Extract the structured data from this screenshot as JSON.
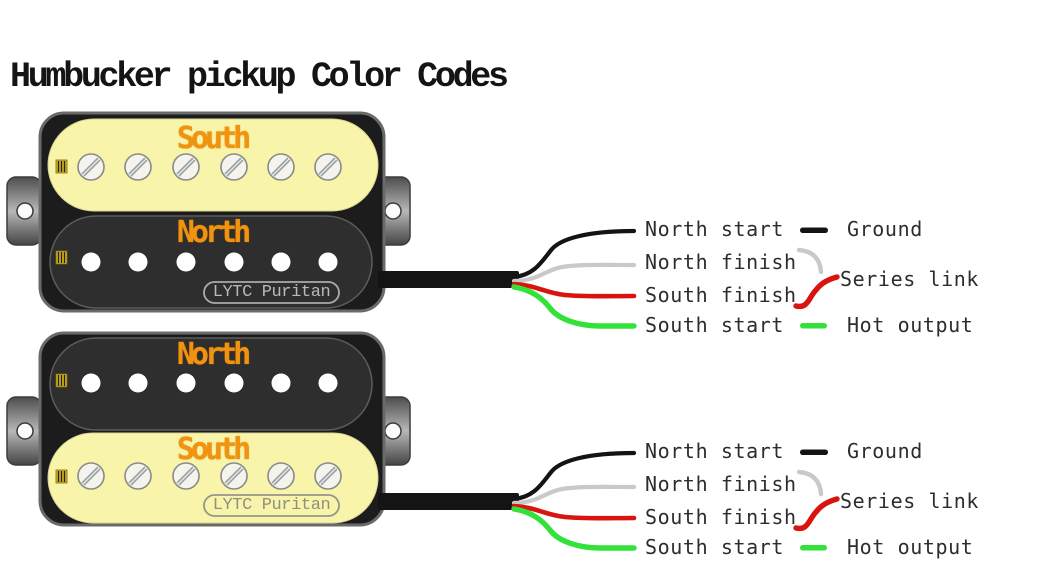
{
  "title": "Humbucker pickup Color Codes",
  "pickup1": {
    "top_coil_label": "South",
    "bottom_coil_label": "North",
    "brand_label": "LYTC Puritan"
  },
  "pickup2": {
    "top_coil_label": "North",
    "bottom_coil_label": "South",
    "brand_label": "LYTC Puritan"
  },
  "legend": {
    "north_start": "North start",
    "north_finish": "North finish",
    "south_finish": "South finish",
    "south_start": "South start",
    "ground": "Ground",
    "series_link": "Series link",
    "hot_output": "Hot output"
  },
  "colors": {
    "north_start_wire": "#141414",
    "north_finish_wire": "#c9c9c9",
    "south_finish_wire": "#d81410",
    "south_start_wire": "#33e239",
    "coil_cream": "#f8f5aa",
    "coil_black": "#2e2e2e",
    "accent_orange": "#f2930f"
  }
}
